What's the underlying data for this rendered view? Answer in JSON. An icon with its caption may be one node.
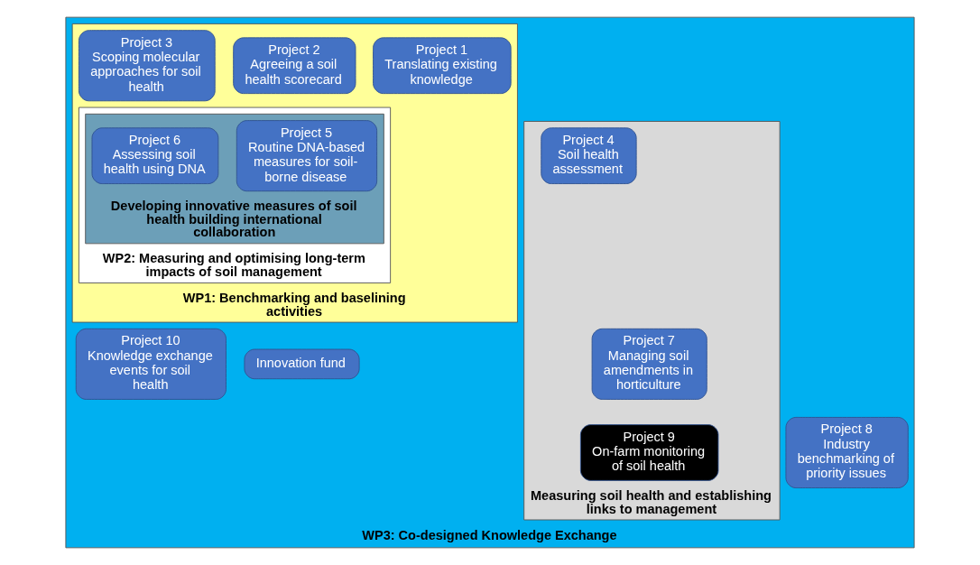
{
  "diagram": {
    "nodes": [
      {
        "text": [
          "WP3: Co-designed Knowledge Exchange"
        ]
      },
      {
        "text": [
          "WP1: Benchmarking and baselining activities"
        ],
        "in": 0
      },
      {
        "text": [
          "Project 1",
          "Translating existing knowledge"
        ],
        "in": 1
      },
      {
        "text": [
          "Project 2",
          "Agreeing a soil health scorecard"
        ],
        "in": 1
      },
      {
        "text": [
          "Project 3",
          "Scoping molecular approaches for soil health"
        ],
        "in": 1
      },
      {
        "text": [
          "WP2: Measuring and optimising long-term impacts of soil management"
        ],
        "in": 1
      },
      {
        "text": [
          "Measuring soil health and establishing links to management"
        ],
        "in": 0
      },
      {
        "text": [
          "Project 4",
          "Soil health assessment"
        ],
        "in": 6
      },
      {
        "text": [
          "Project 7",
          "Managing soil amendments in horticulture"
        ],
        "in": 6
      },
      {
        "text": [
          "Project 9",
          "On-farm monitoring of soil health"
        ],
        "in": 6
      },
      {
        "text": [
          "Developing innovative measures of soil health building international collaboration"
        ],
        "in": 5
      },
      {
        "text": [
          "Project 5",
          "Routine DNA-based measures for soil-borne disease"
        ],
        "in": 10
      },
      {
        "text": [
          "Project 6",
          "Assessing soil health using DNA"
        ],
        "in": 10
      },
      {
        "text": [
          "Project 8",
          "Industry benchmarking of priority issues"
        ],
        "in": 0
      },
      {
        "text": [
          "Project 10",
          "Knowledge exchange events for soil health"
        ],
        "in": 0
      },
      {
        "text": [
          "Innovation fund"
        ],
        "in": 0
      }
    ],
    "edges": []
  }
}
